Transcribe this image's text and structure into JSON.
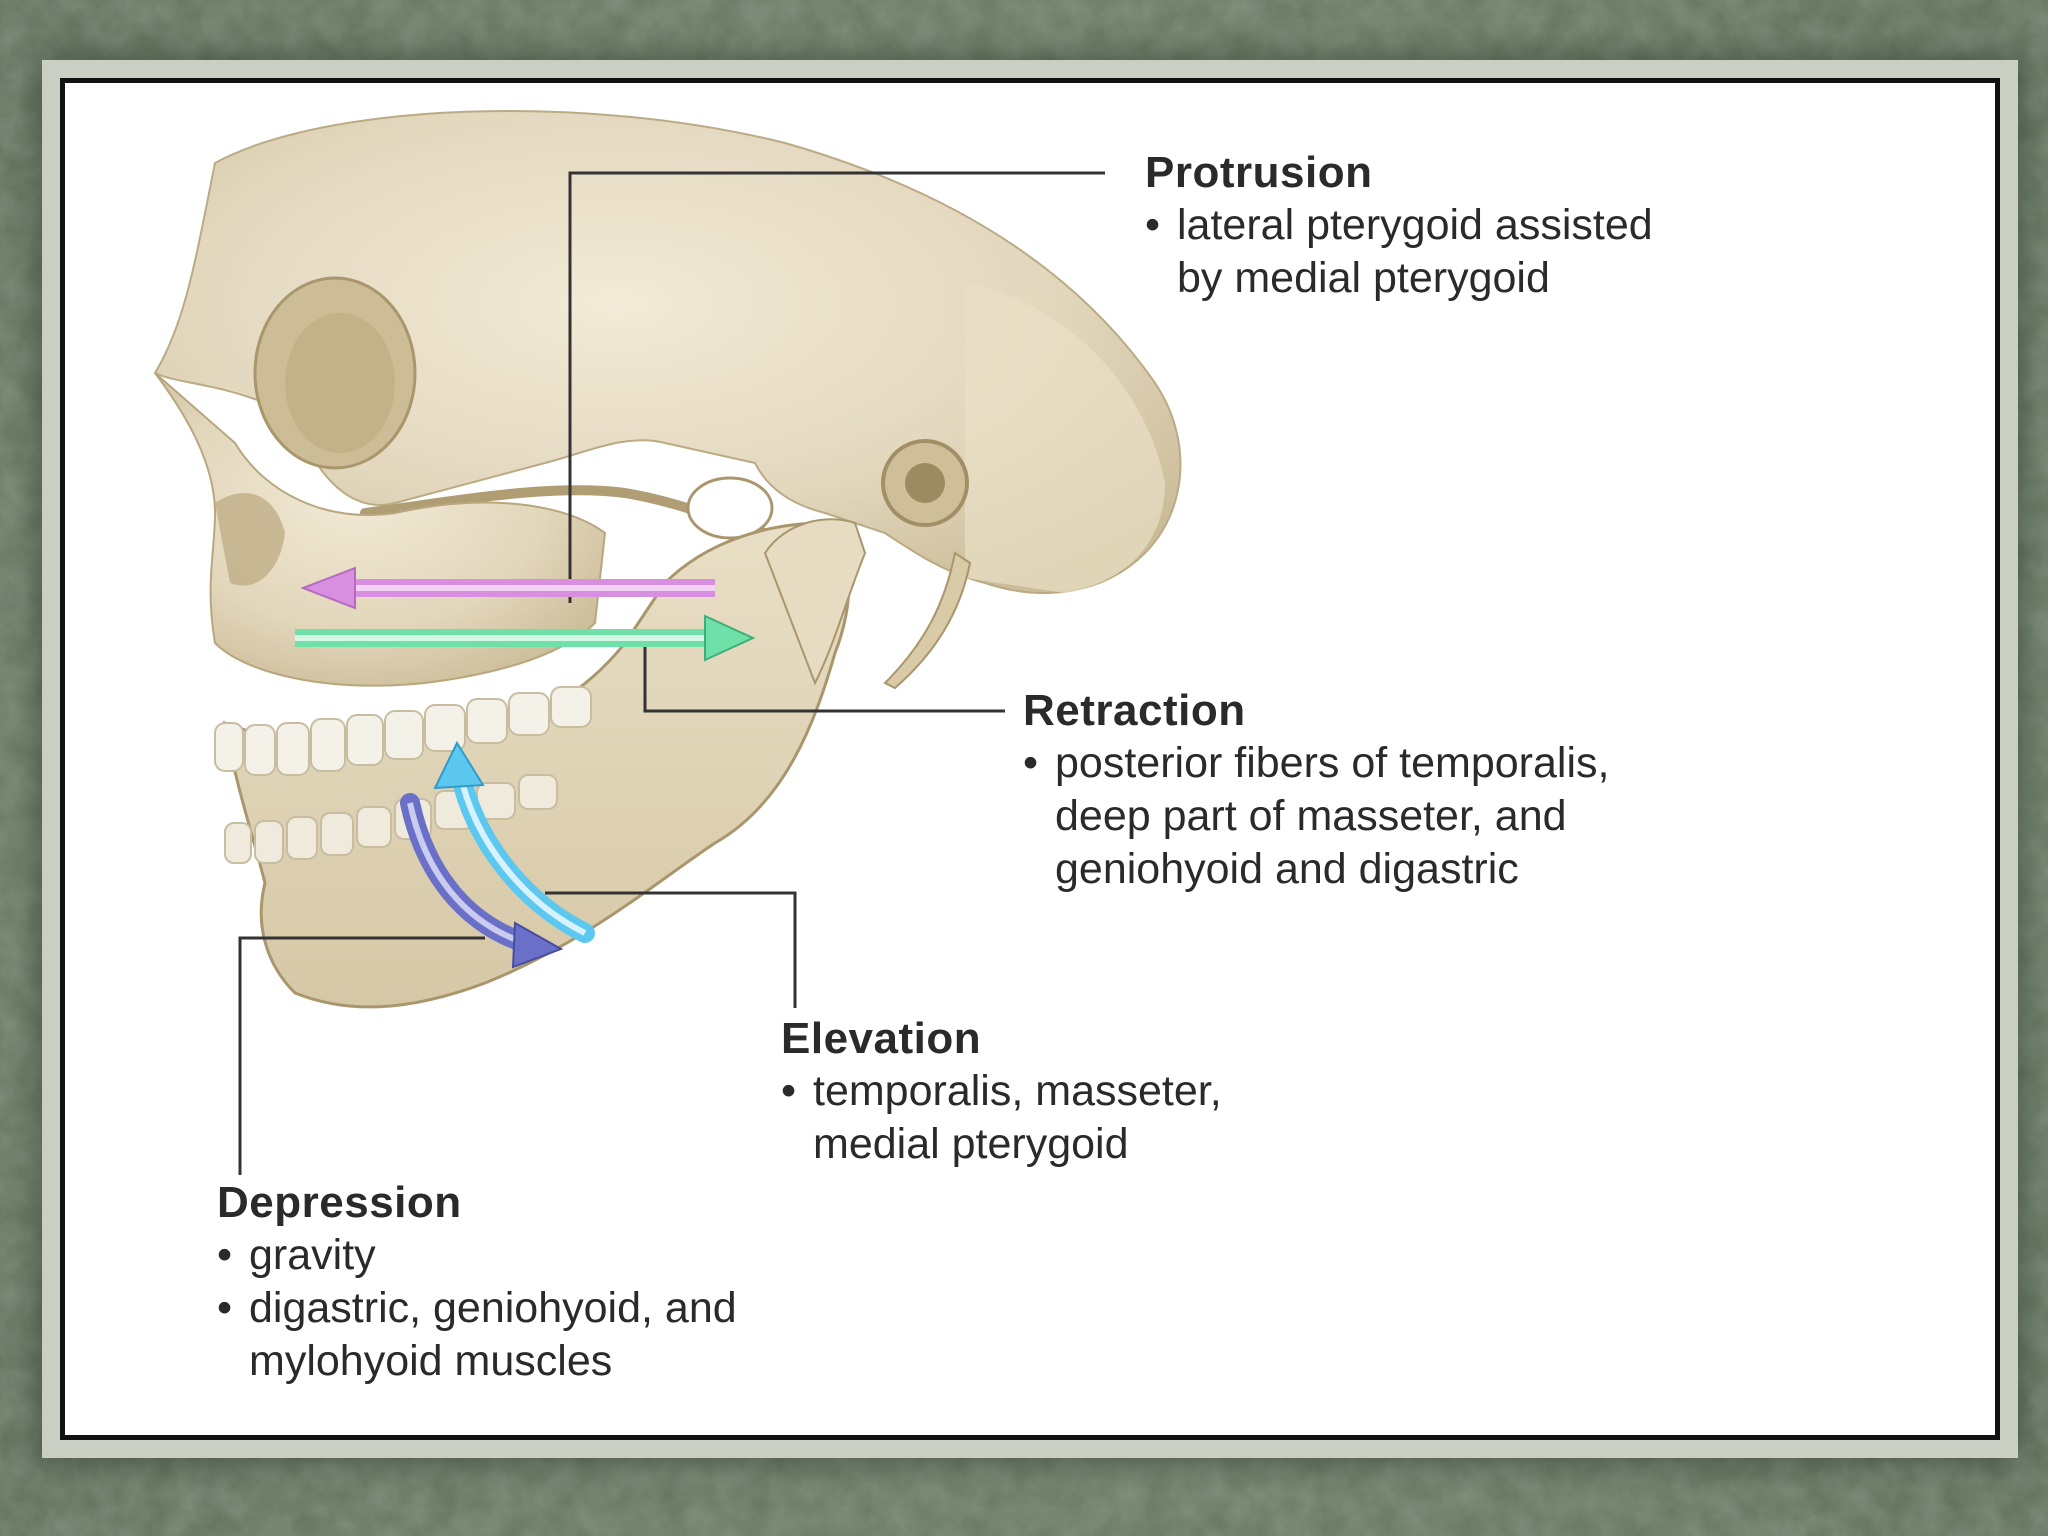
{
  "colors": {
    "slide_background": "#ffffff",
    "frame_border": "#111111",
    "backdrop": "#6f7f6a",
    "protrusion_arrow": "#d88fe0",
    "retraction_arrow": "#6fe0a8",
    "elevation_arrow": "#5cc8f0",
    "depression_arrow": "#6a70c8",
    "bone": "#e6dcc3",
    "leader_line": "#333333"
  },
  "labels": {
    "protrusion": {
      "title": "Protrusion",
      "lines": [
        "lateral pterygoid assisted",
        "by medial pterygoid"
      ]
    },
    "retraction": {
      "title": "Retraction",
      "lines": [
        "posterior fibers of temporalis,",
        "deep part of masseter, and",
        "geniohyoid and digastric"
      ]
    },
    "elevation": {
      "title": "Elevation",
      "lines": [
        "temporalis, masseter,",
        "medial pterygoid"
      ]
    },
    "depression": {
      "title": "Depression",
      "bullets": [
        {
          "lines": [
            "gravity"
          ]
        },
        {
          "lines": [
            "digastric, geniohyoid, and",
            "mylohyoid muscles"
          ]
        }
      ]
    }
  },
  "icons": {
    "bullet": "•",
    "skull": "skull-illustration"
  }
}
